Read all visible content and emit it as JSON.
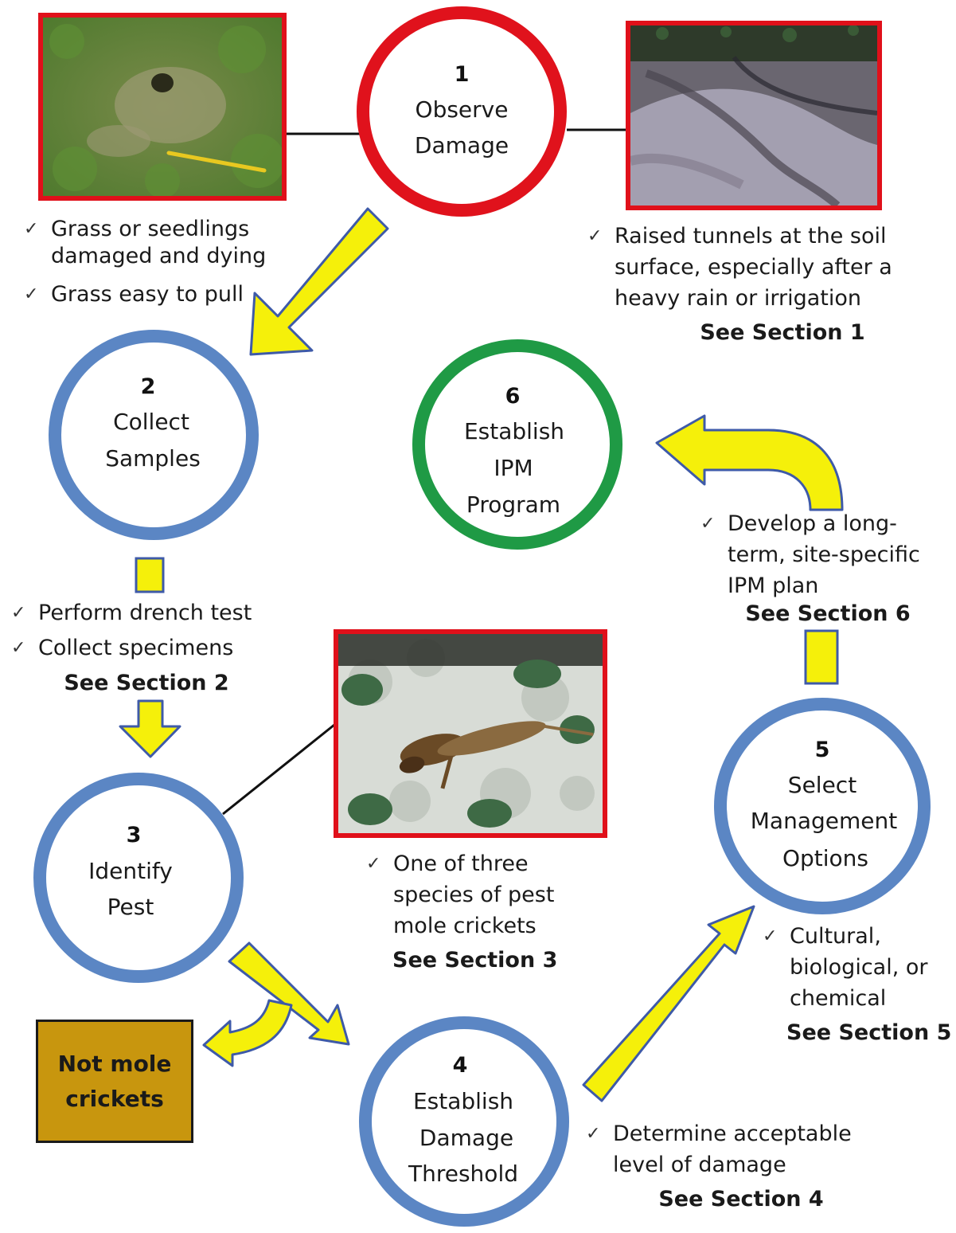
{
  "steps": [
    {
      "num": "1",
      "lines": [
        "Observe",
        "Damage"
      ],
      "color": "#e0121c"
    },
    {
      "num": "2",
      "lines": [
        "Collect",
        "Samples"
      ],
      "color": "#5b86c4"
    },
    {
      "num": "3",
      "lines": [
        "Identify",
        "Pest"
      ],
      "color": "#5b86c4"
    },
    {
      "num": "4",
      "lines": [
        "Establish",
        "Damage",
        "Threshold"
      ],
      "color": "#5b86c4"
    },
    {
      "num": "5",
      "lines": [
        "Select",
        "Management",
        "Options"
      ],
      "color": "#5b86c4"
    },
    {
      "num": "6",
      "lines": [
        "Establish",
        "IPM",
        "Program"
      ],
      "color": "#1f9a45"
    }
  ],
  "notes": {
    "step1_left": {
      "items": [
        "Grass or seedlings damaged and dying",
        "Grass easy to pull"
      ]
    },
    "step1_right": {
      "items": [
        "Raised tunnels at the soil surface, especially after a heavy rain or irrigation"
      ],
      "section": "See Section 1"
    },
    "step2": {
      "items": [
        "Perform drench test",
        "Collect specimens"
      ],
      "section": "See Section 2"
    },
    "step3": {
      "items": [
        "One of three species of pest mole crickets"
      ],
      "section": "See Section 3"
    },
    "step4": {
      "items": [
        "Determine acceptable level of damage"
      ],
      "section": "See Section 4"
    },
    "step5": {
      "items": [
        "Cultural, biological, or chemical"
      ],
      "section": "See Section 5"
    },
    "step6": {
      "items": [
        "Develop a long-term, site-specific IPM plan"
      ],
      "section": "See Section 6"
    }
  },
  "not_mole_crickets": "Not mole crickets",
  "check_glyph": "✓",
  "colors": {
    "arrow_fill": "#f5f00a",
    "arrow_stroke": "#3e5aa8",
    "photo_border": "#e0101a",
    "not_box_fill": "#c8960e"
  },
  "photos": [
    {
      "name": "photo-damaged-turf"
    },
    {
      "name": "photo-raised-tunnels"
    },
    {
      "name": "photo-mole-cricket"
    }
  ]
}
